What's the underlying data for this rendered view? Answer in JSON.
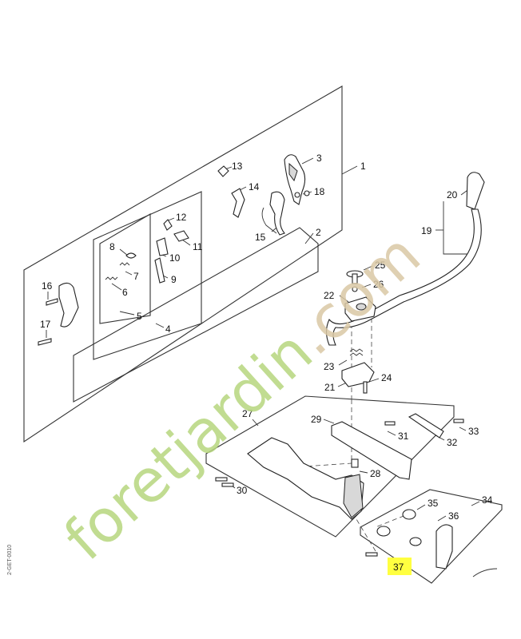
{
  "watermark": {
    "part1": "foret",
    "part2": "jardin",
    "part3": ".com",
    "color_green": "#b6d67e",
    "color_tan": "#d9c8a4"
  },
  "side_code": "2-GET-0010",
  "highlight": {
    "label": "37",
    "color": "#ffff40"
  },
  "callouts": [
    "1",
    "2",
    "3",
    "4",
    "5",
    "6",
    "7",
    "8",
    "9",
    "10",
    "11",
    "12",
    "13",
    "14",
    "15",
    "16",
    "17",
    "18",
    "19",
    "20",
    "21",
    "22",
    "23",
    "24",
    "25",
    "26",
    "27",
    "28",
    "29",
    "30",
    "31",
    "32",
    "33",
    "34",
    "35",
    "36"
  ]
}
